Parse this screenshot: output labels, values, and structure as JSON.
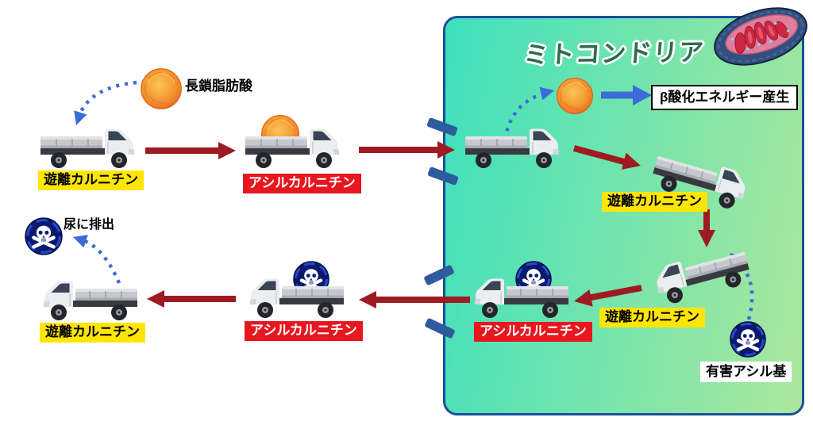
{
  "diagram": {
    "title": "ミトコンドリア",
    "cytosol_top": {
      "fatty_acid_label": "長鎖脂肪酸",
      "free_carnitine_label": "遊離カルニチン",
      "acylcarnitine_label": "アシルカルニチン"
    },
    "matrix": {
      "beta_oxidation_label": "β酸化エネルギー産生",
      "free_carnitine_upper_label": "遊離カルニチン",
      "free_carnitine_lower_label": "遊離カルニチン",
      "acylcarnitine_label": "アシルカルニチン",
      "harmful_acyl_label": "有害アシル基"
    },
    "cytosol_bottom": {
      "acylcarnitine_label": "アシルカルニチン",
      "free_carnitine_label": "遊離カルニチン",
      "urine_label": "尿に排出"
    },
    "colors": {
      "membrane_border": "#1C4F9C",
      "matrix_gradient_start": "#3EE0BE",
      "matrix_gradient_end": "#ACE79C",
      "arrow_red": "#9E1B21",
      "arrow_blue": "#3C6CD8",
      "channel_dash_blue": "#2E5A9E",
      "label_yellow_bg": "#FFE602",
      "label_red_bg": "#E8161E",
      "title_green": "#2E6B50",
      "fatty_acid_orange": "#F49F33",
      "toxin_navy": "#0A1A6E"
    }
  }
}
